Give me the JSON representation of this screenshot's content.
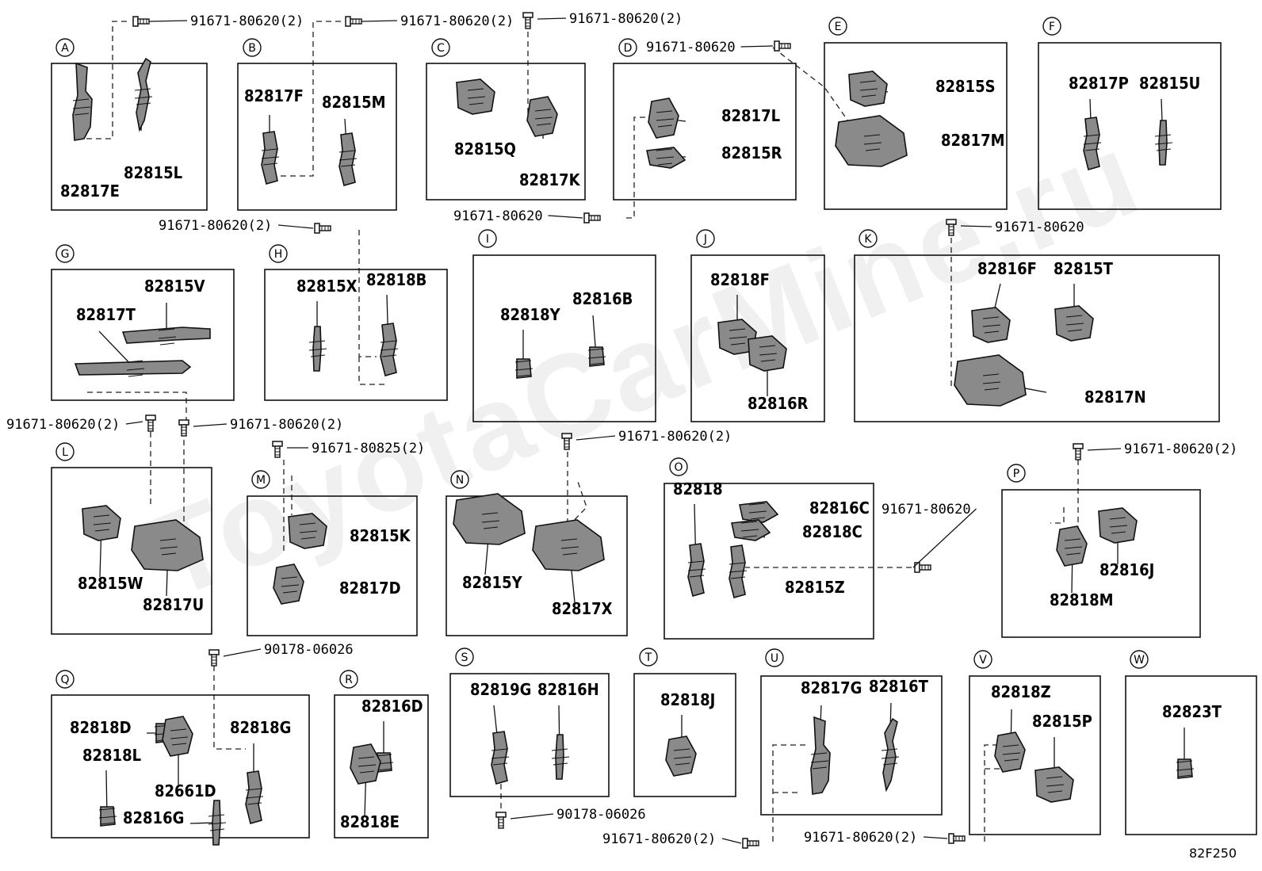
{
  "watermark": "ToyotaCarMine.ru",
  "diagram_code": "82F250",
  "sections": [
    {
      "key": "A",
      "parts": [
        "82817E",
        "82815L"
      ]
    },
    {
      "key": "B",
      "parts": [
        "82817F",
        "82815M"
      ]
    },
    {
      "key": "C",
      "parts": [
        "82815Q",
        "82817K"
      ]
    },
    {
      "key": "D",
      "parts": [
        "82817L",
        "82815R"
      ]
    },
    {
      "key": "E",
      "parts": [
        "82815S",
        "82817M"
      ]
    },
    {
      "key": "F",
      "parts": [
        "82817P",
        "82815U"
      ]
    },
    {
      "key": "G",
      "parts": [
        "82815V",
        "82817T"
      ]
    },
    {
      "key": "H",
      "parts": [
        "82815X",
        "82818B"
      ]
    },
    {
      "key": "I",
      "parts": [
        "82818Y",
        "82816B"
      ]
    },
    {
      "key": "J",
      "parts": [
        "82818F",
        "82816R"
      ]
    },
    {
      "key": "K",
      "parts": [
        "82816F",
        "82815T",
        "82817N"
      ]
    },
    {
      "key": "L",
      "parts": [
        "82815W",
        "82817U"
      ]
    },
    {
      "key": "M",
      "parts": [
        "82815K",
        "82817D"
      ]
    },
    {
      "key": "N",
      "parts": [
        "82815Y",
        "82817X"
      ]
    },
    {
      "key": "O",
      "parts": [
        "82818",
        "82816C",
        "82818C",
        "82815Z"
      ]
    },
    {
      "key": "P",
      "parts": [
        "82816J",
        "82818M"
      ]
    },
    {
      "key": "Q",
      "parts": [
        "82818D",
        "82818G",
        "82818L",
        "82661D",
        "82816G"
      ]
    },
    {
      "key": "R",
      "parts": [
        "82816D",
        "82818E"
      ]
    },
    {
      "key": "S",
      "parts": [
        "82819G",
        "82816H"
      ]
    },
    {
      "key": "T",
      "parts": [
        "82818J"
      ]
    },
    {
      "key": "U",
      "parts": [
        "82817G",
        "82816T"
      ]
    },
    {
      "key": "V",
      "parts": [
        "82818Z",
        "82815P"
      ]
    },
    {
      "key": "W",
      "parts": [
        "82823T"
      ]
    }
  ],
  "fasteners": [
    "91671-80620(2)",
    "91671-80620(2)",
    "91671-80620(2)",
    "91671-80620",
    "91671-80620",
    "91671-80620(2)",
    "91671-80620",
    "91671-80620(2)",
    "91671-80620(2)",
    "91671-80825(2)",
    "91671-80620(2)",
    "91671-80620",
    "91671-80620(2)",
    "90178-06026",
    "90178-06026",
    "91671-80620(2)",
    "91671-80620(2)"
  ]
}
